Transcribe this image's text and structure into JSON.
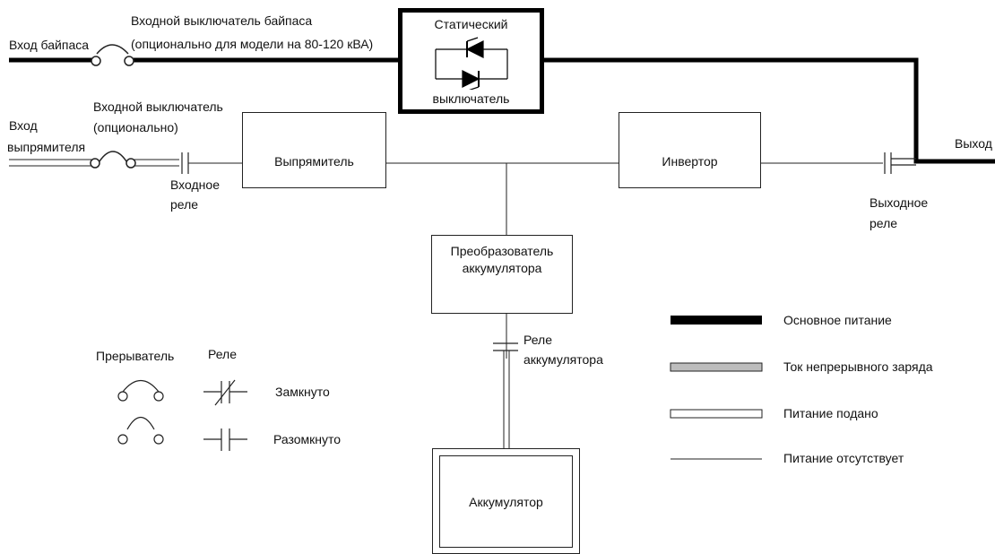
{
  "labels": {
    "bypass_input": "Вход байпаса",
    "bypass_breaker_line1": "Входной выключатель байпаса",
    "bypass_breaker_line2": "(опционально для модели на 80-120 кВА)",
    "static_switch_line1": "Статический",
    "static_switch_line2": "выключатель",
    "rectifier_input_line1": "Вход",
    "rectifier_input_line2": "выпрямителя",
    "input_breaker_line1": "Входной выключатель",
    "input_breaker_line2": "(опционально)",
    "input_relay_line1": "Входное",
    "input_relay_line2": "реле",
    "rectifier": "Выпрямитель",
    "inverter": "Инвертор",
    "output": "Выход",
    "output_relay_line1": "Выходное",
    "output_relay_line2": "реле",
    "battery_converter_line1": "Преобразователь",
    "battery_converter_line2": "аккумулятора",
    "battery_relay_line1": "Реле",
    "battery_relay_line2": "аккумулятора",
    "battery": "Аккумулятор"
  },
  "symbol_legend": {
    "breaker_title": "Прерыватель",
    "relay_title": "Реле",
    "closed": "Замкнуто",
    "open": "Разомкнуто"
  },
  "line_legend": {
    "main_power": "Основное питание",
    "float_charge": "Ток непрерывного заряда",
    "power_applied": "Питание подано",
    "no_power": "Питание отсутствует"
  },
  "colors": {
    "main_power": "#000000",
    "float_charge": "#bdbdbd",
    "power_applied": "#ffffff",
    "outline": "#222222"
  }
}
